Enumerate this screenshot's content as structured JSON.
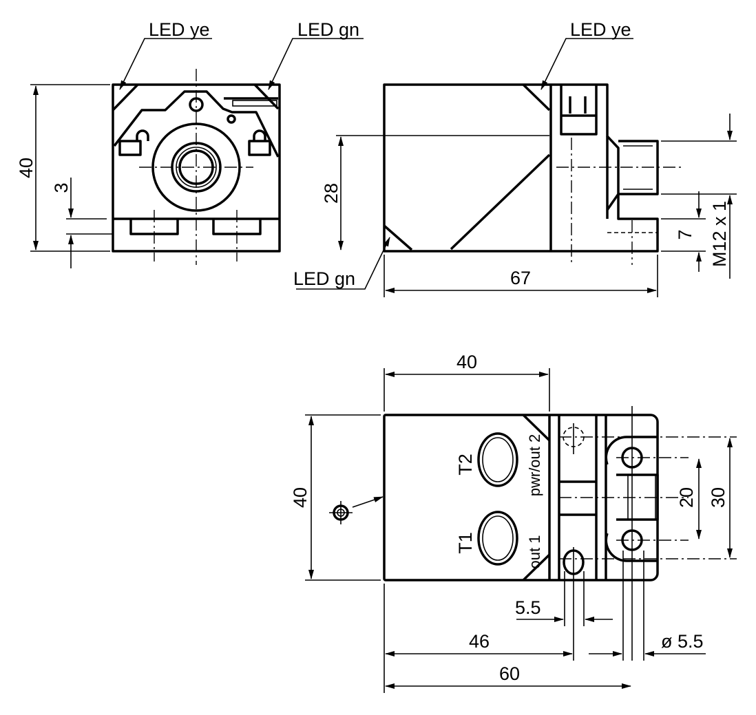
{
  "front_view": {
    "led_ye": "LED ye",
    "led_gn": "LED gn",
    "dim_height": "40",
    "dim_step": "3"
  },
  "side_view": {
    "led_ye": "LED ye",
    "led_gn": "LED gn",
    "dim_28": "28",
    "dim_67": "67",
    "dim_7": "7",
    "thread": "M12 x 1"
  },
  "bottom_view": {
    "dim_width": "40",
    "dim_height": "40",
    "label_t2": "T2",
    "label_t1": "T1",
    "label_pwr": "pwr/out 2",
    "label_out1": "out 1",
    "dim_20": "20",
    "dim_30": "30",
    "dim_slot": "5.5",
    "dim_46": "46",
    "dim_60": "60",
    "dim_hole": "ø 5.5"
  }
}
